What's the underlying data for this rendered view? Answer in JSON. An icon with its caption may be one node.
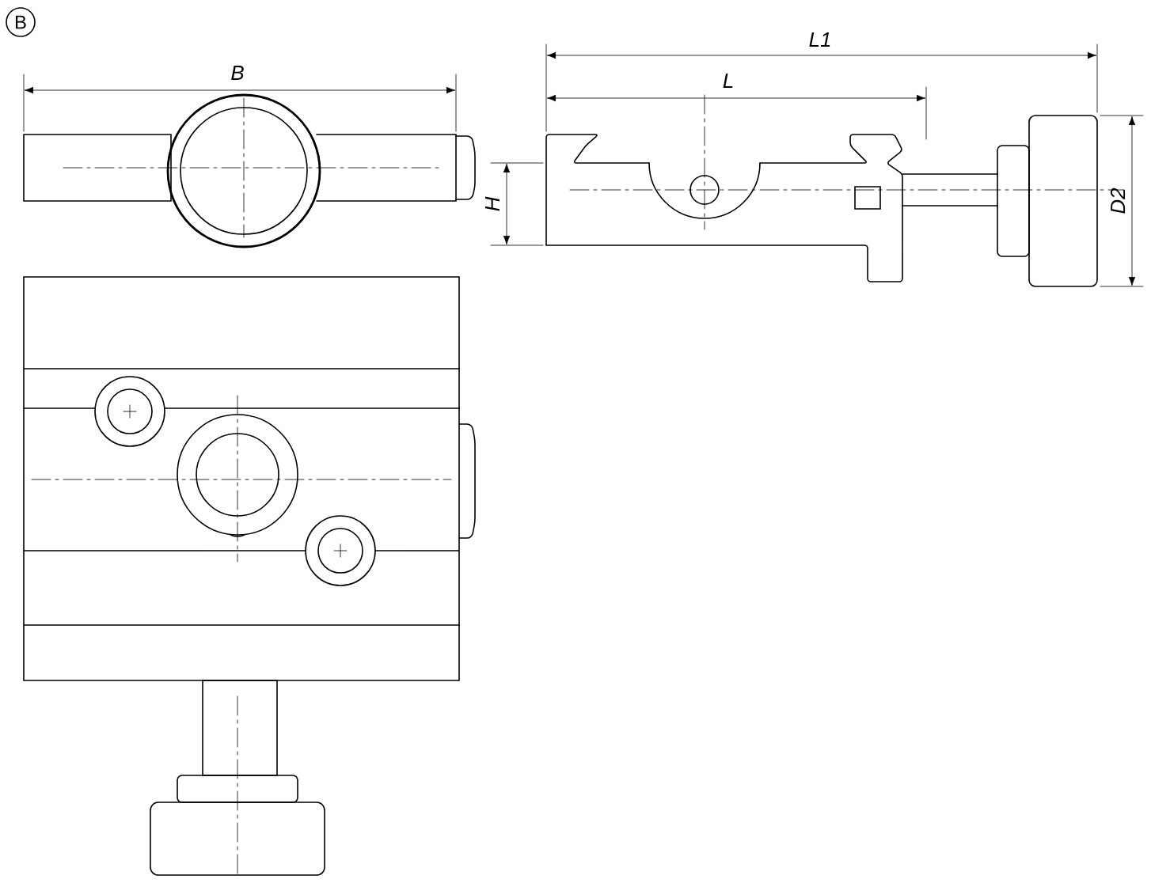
{
  "diagram": {
    "labels": [
      "B",
      "B",
      "L1",
      "L",
      "H",
      "D2"
    ]
  }
}
